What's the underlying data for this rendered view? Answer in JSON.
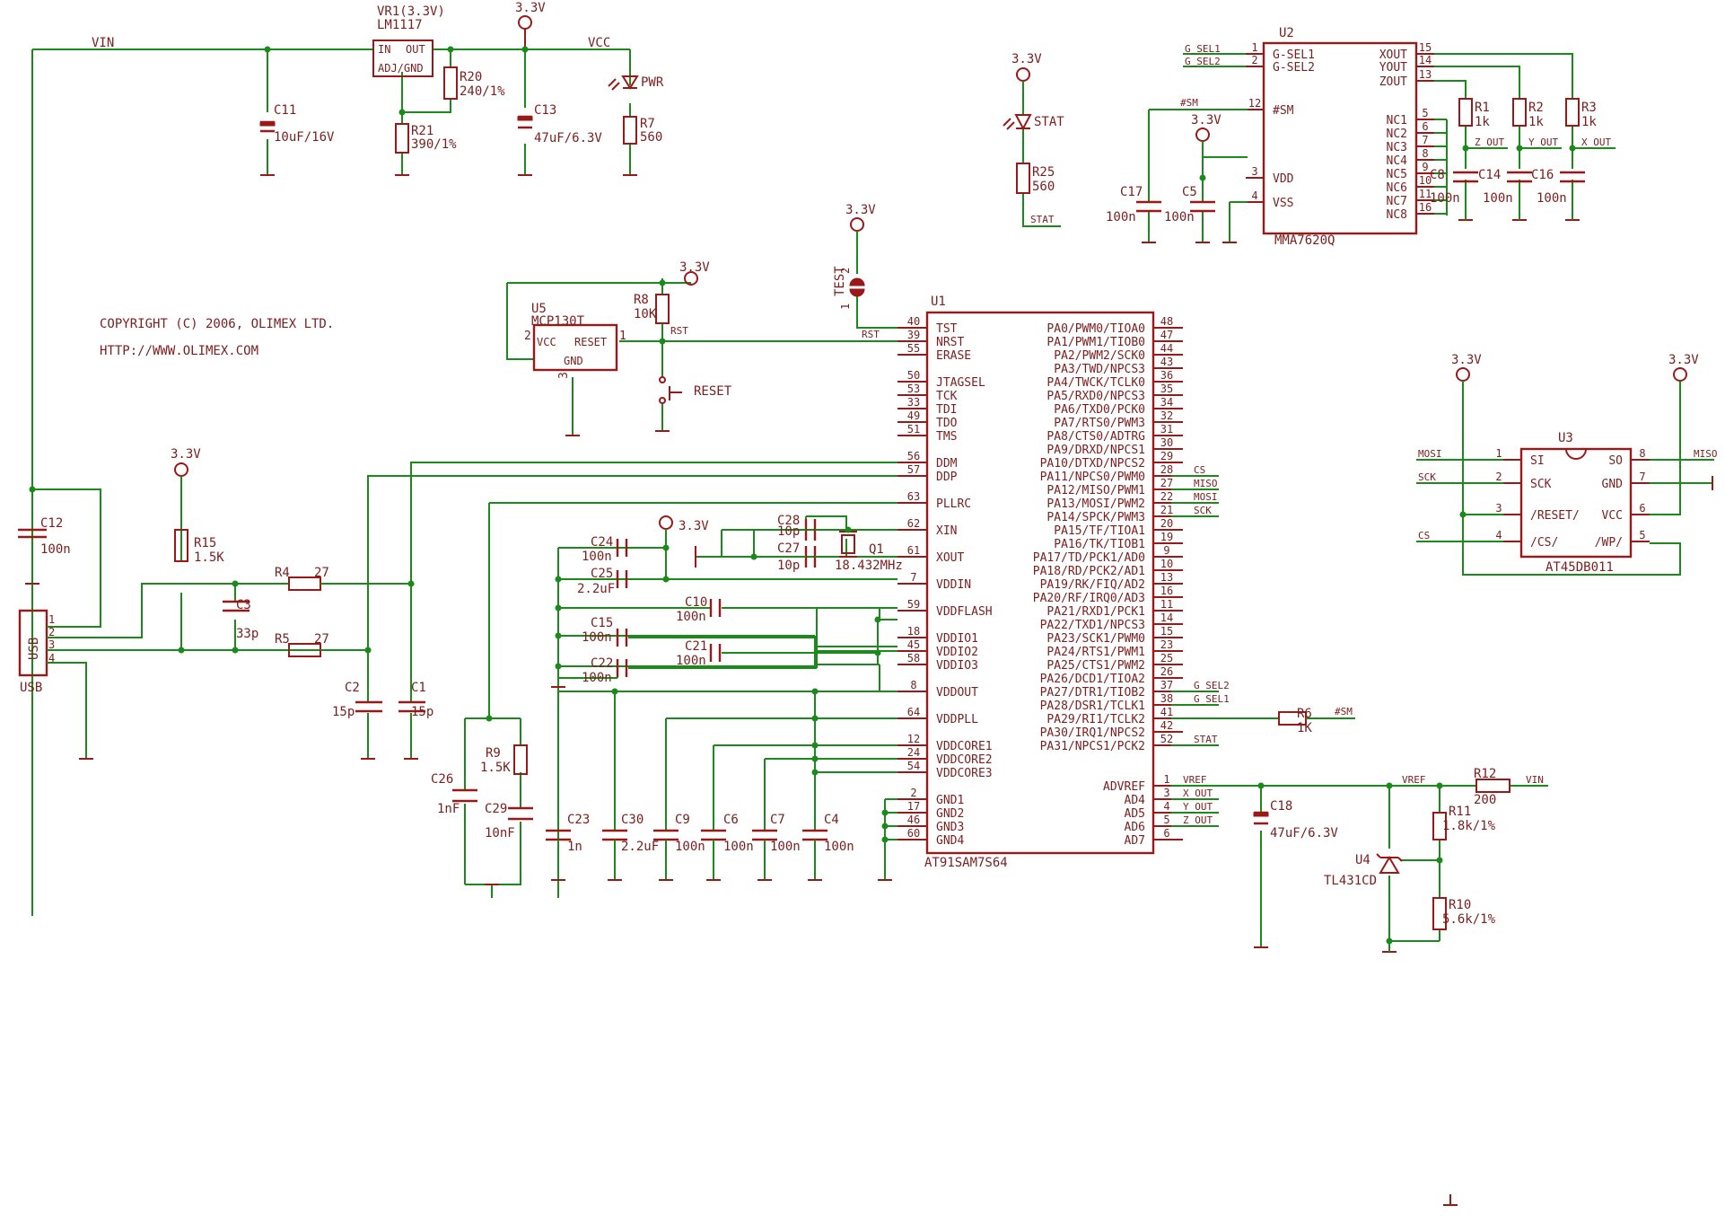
{
  "copyright": "COPYRIGHT (C) 2006, OLIMEX LTD.",
  "url": "HTTP://WWW.OLIMEX.COM",
  "nets": {
    "vin": "VIN",
    "vcc": "VCC",
    "v33": "3.3V",
    "rst": "RST",
    "stat": "STAT",
    "sm": "#SM",
    "vref": "VREF",
    "z_out": "Z_OUT",
    "y_out": "Y_OUT",
    "x_out": "X_OUT",
    "g_sel1": "G_SEL1",
    "g_sel2": "G_SEL2",
    "cs": "CS",
    "miso": "MISO",
    "mosi": "MOSI",
    "sck": "SCK"
  },
  "regulator": {
    "name": "VR1(3.3V)",
    "part": "LM1117",
    "pin_in": "IN",
    "pin_out": "OUT",
    "pin_adj": "ADJ/GND"
  },
  "u5": {
    "name": "U5",
    "part": "MCP130T",
    "vcc": "VCC",
    "reset": "RESET",
    "gnd": "GND",
    "pin1": "1",
    "pin2": "2",
    "pin3": "3"
  },
  "reset_button": "RESET",
  "test_jumper": {
    "name": "TEST",
    "pin1": "1",
    "pin2": "2"
  },
  "usb": {
    "name": "USB",
    "ref": "USB",
    "pins": [
      "1",
      "2",
      "3",
      "4"
    ]
  },
  "crystal": {
    "name": "Q1",
    "value": "18.432MHz"
  },
  "components": {
    "c11": [
      "C11",
      "10uF/16V"
    ],
    "r20": [
      "R20",
      "240/1%"
    ],
    "r21": [
      "R21",
      "390/1%"
    ],
    "c13": [
      "C13",
      "47uF/6.3V"
    ],
    "pwr": "PWR",
    "r7": [
      "R7",
      "560"
    ],
    "stat": "STAT",
    "r25": [
      "R25",
      "560"
    ],
    "c12": [
      "C12",
      "100n"
    ],
    "r8": [
      "R8",
      "10K"
    ],
    "r15": [
      "R15",
      "1.5K"
    ],
    "c3": [
      "C3",
      "33p"
    ],
    "r4": [
      "R4",
      "27"
    ],
    "r5": [
      "R5",
      "27"
    ],
    "c2": [
      "C2",
      "15p"
    ],
    "c1": [
      "C1",
      "15p"
    ],
    "c26": [
      "C26",
      "1nF"
    ],
    "r9": [
      "R9",
      "1.5K"
    ],
    "c29": [
      "C29",
      "10nF"
    ],
    "c24": [
      "C24",
      "100n"
    ],
    "c25": [
      "C25",
      "2.2uF"
    ],
    "c10": [
      "C10",
      "100n"
    ],
    "c15": [
      "C15",
      "100n"
    ],
    "c21": [
      "C21",
      "100n"
    ],
    "c22": [
      "C22",
      "100n"
    ],
    "c28": [
      "C28",
      "10p"
    ],
    "c27": [
      "C27",
      "10p"
    ],
    "c23": [
      "C23",
      "1n"
    ],
    "c30": [
      "C30",
      "2.2uF"
    ],
    "c9": [
      "C9",
      "100n"
    ],
    "c6": [
      "C6",
      "100n"
    ],
    "c7": [
      "C7",
      "100n"
    ],
    "c4": [
      "C4",
      "100n"
    ],
    "c17": [
      "C17",
      "100n"
    ],
    "c5": [
      "C5",
      "100n"
    ],
    "c8": [
      "C8",
      "100n"
    ],
    "c14": [
      "C14",
      "100n"
    ],
    "c16": [
      "C16",
      "100n"
    ],
    "r1": [
      "R1",
      "1k"
    ],
    "r2": [
      "R2",
      "1k"
    ],
    "r3": [
      "R3",
      "1k"
    ],
    "r6": [
      "R6",
      "1K"
    ],
    "c18": [
      "C18",
      "47uF/6.3V"
    ],
    "r12": [
      "R12",
      "200"
    ],
    "r11": [
      "R11",
      "1.8k/1%"
    ],
    "r10": [
      "R10",
      "5.6k/1%"
    ],
    "u4": [
      "U4",
      "TL431CD"
    ]
  },
  "u1": {
    "name": "U1",
    "part": "AT91SAM7S64",
    "left_pins": [
      {
        "num": "40",
        "name": "TST"
      },
      {
        "num": "39",
        "name": "NRST"
      },
      {
        "num": "55",
        "name": "ERASE"
      },
      {
        "num": "50",
        "name": "JTAGSEL"
      },
      {
        "num": "53",
        "name": "TCK"
      },
      {
        "num": "33",
        "name": "TDI"
      },
      {
        "num": "49",
        "name": "TDO"
      },
      {
        "num": "51",
        "name": "TMS"
      },
      {
        "num": "56",
        "name": "DDM"
      },
      {
        "num": "57",
        "name": "DDP"
      },
      {
        "num": "63",
        "name": "PLLRC"
      },
      {
        "num": "62",
        "name": "XIN"
      },
      {
        "num": "61",
        "name": "XOUT"
      },
      {
        "num": "7",
        "name": "VDDIN"
      },
      {
        "num": "59",
        "name": "VDDFLASH"
      },
      {
        "num": "18",
        "name": "VDDIO1"
      },
      {
        "num": "45",
        "name": "VDDIO2"
      },
      {
        "num": "58",
        "name": "VDDIO3"
      },
      {
        "num": "8",
        "name": "VDDOUT"
      },
      {
        "num": "64",
        "name": "VDDPLL"
      },
      {
        "num": "12",
        "name": "VDDCORE1"
      },
      {
        "num": "24",
        "name": "VDDCORE2"
      },
      {
        "num": "54",
        "name": "VDDCORE3"
      },
      {
        "num": "2",
        "name": "GND1"
      },
      {
        "num": "17",
        "name": "GND2"
      },
      {
        "num": "46",
        "name": "GND3"
      },
      {
        "num": "60",
        "name": "GND4"
      }
    ],
    "right_pins": [
      {
        "num": "48",
        "name": "PA0/PWM0/TIOA0"
      },
      {
        "num": "47",
        "name": "PA1/PWM1/TIOB0"
      },
      {
        "num": "44",
        "name": "PA2/PWM2/SCK0"
      },
      {
        "num": "43",
        "name": "PA3/TWD/NPCS3"
      },
      {
        "num": "36",
        "name": "PA4/TWCK/TCLK0"
      },
      {
        "num": "35",
        "name": "PA5/RXD0/NPCS3"
      },
      {
        "num": "34",
        "name": "PA6/TXD0/PCK0"
      },
      {
        "num": "32",
        "name": "PA7/RTS0/PWM3"
      },
      {
        "num": "31",
        "name": "PA8/CTS0/ADTRG"
      },
      {
        "num": "30",
        "name": "PA9/DRXD/NPCS1"
      },
      {
        "num": "29",
        "name": "PA10/DTXD/NPCS2"
      },
      {
        "num": "28",
        "name": "PA11/NPCS0/PWM0"
      },
      {
        "num": "27",
        "name": "PA12/MISO/PWM1"
      },
      {
        "num": "22",
        "name": "PA13/MOSI/PWM2"
      },
      {
        "num": "21",
        "name": "PA14/SPCK/PWM3"
      },
      {
        "num": "20",
        "name": "PA15/TF/TIOA1"
      },
      {
        "num": "19",
        "name": "PA16/TK/TIOB1"
      },
      {
        "num": "9",
        "name": "PA17/TD/PCK1/AD0"
      },
      {
        "num": "10",
        "name": "PA18/RD/PCK2/AD1"
      },
      {
        "num": "13",
        "name": "PA19/RK/FIQ/AD2"
      },
      {
        "num": "16",
        "name": "PA20/RF/IRQ0/AD3"
      },
      {
        "num": "11",
        "name": "PA21/RXD1/PCK1"
      },
      {
        "num": "14",
        "name": "PA22/TXD1/NPCS3"
      },
      {
        "num": "15",
        "name": "PA23/SCK1/PWM0"
      },
      {
        "num": "23",
        "name": "PA24/RTS1/PWM1"
      },
      {
        "num": "25",
        "name": "PA25/CTS1/PWM2"
      },
      {
        "num": "26",
        "name": "PA26/DCD1/TIOA2"
      },
      {
        "num": "37",
        "name": "PA27/DTR1/TIOB2"
      },
      {
        "num": "38",
        "name": "PA28/DSR1/TCLK1"
      },
      {
        "num": "41",
        "name": "PA29/RI1/TCLK2"
      },
      {
        "num": "42",
        "name": "PA30/IRQ1/NPCS2"
      },
      {
        "num": "52",
        "name": "PA31/NPCS1/PCK2"
      },
      {
        "num": "1",
        "name": "ADVREF"
      },
      {
        "num": "3",
        "name": "AD4"
      },
      {
        "num": "4",
        "name": "AD5"
      },
      {
        "num": "5",
        "name": "AD6"
      },
      {
        "num": "6",
        "name": "AD7"
      }
    ]
  },
  "u2": {
    "name": "U2",
    "part": "MMA7620Q",
    "left_pins": [
      {
        "num": "1",
        "name": "G-SEL1"
      },
      {
        "num": "2",
        "name": "G-SEL2"
      },
      {
        "num": "12",
        "name": "#SM"
      },
      {
        "num": "3",
        "name": "VDD"
      },
      {
        "num": "4",
        "name": "VSS"
      }
    ],
    "right_pins": [
      {
        "num": "15",
        "name": "XOUT"
      },
      {
        "num": "14",
        "name": "YOUT"
      },
      {
        "num": "13",
        "name": "ZOUT"
      },
      {
        "num": "5",
        "name": "NC1"
      },
      {
        "num": "6",
        "name": "NC2"
      },
      {
        "num": "7",
        "name": "NC3"
      },
      {
        "num": "8",
        "name": "NC4"
      },
      {
        "num": "9",
        "name": "NC5"
      },
      {
        "num": "10",
        "name": "NC6"
      },
      {
        "num": "11",
        "name": "NC7"
      },
      {
        "num": "16",
        "name": "NC8"
      }
    ]
  },
  "u3": {
    "name": "U3",
    "part": "AT45DB011",
    "left_pins": [
      {
        "num": "1",
        "name": "SI"
      },
      {
        "num": "2",
        "name": "SCK"
      },
      {
        "num": "3",
        "name": "/RESET/"
      },
      {
        "num": "4",
        "name": "/CS/"
      }
    ],
    "right_pins": [
      {
        "num": "8",
        "name": "SO"
      },
      {
        "num": "7",
        "name": "GND"
      },
      {
        "num": "6",
        "name": "VCC"
      },
      {
        "num": "5",
        "name": "/WP/"
      }
    ]
  }
}
